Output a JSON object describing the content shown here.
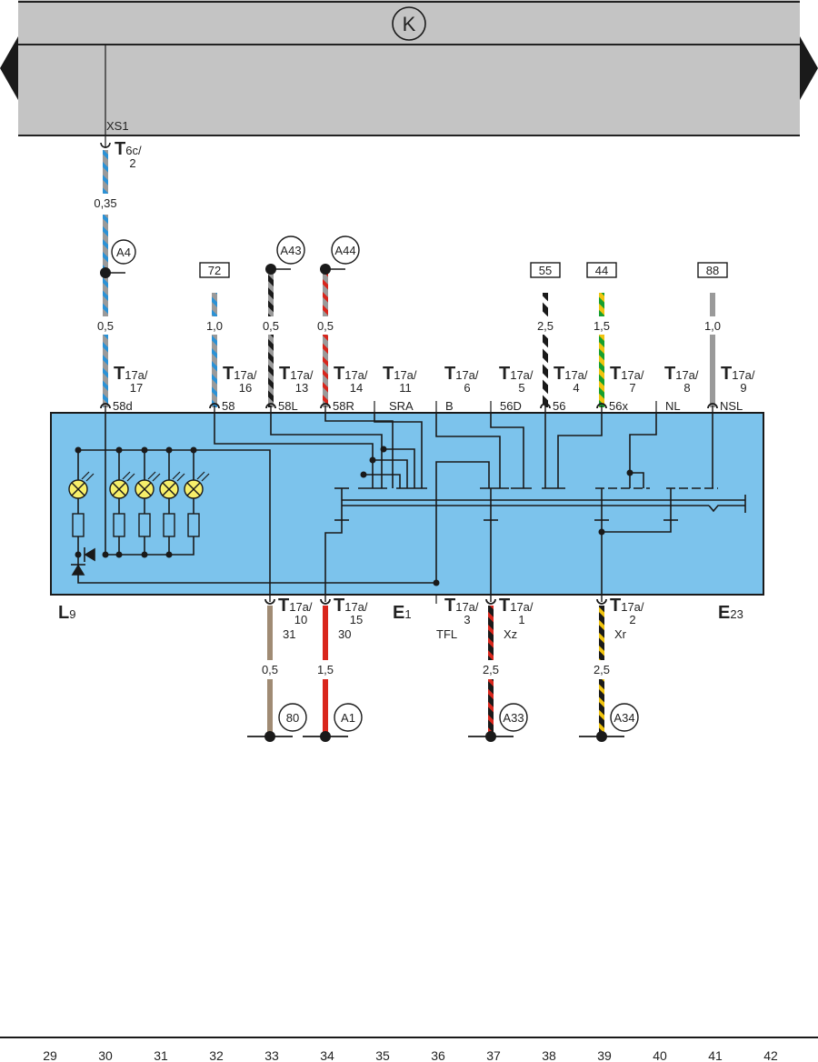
{
  "diagram": {
    "type": "wiring-diagram",
    "busbar": {
      "top_symbol": "K",
      "color": "#c4c4c4",
      "connector_label": "XS1"
    },
    "colors": {
      "module_fill": "#7cc3ec",
      "lamp_fill": "#f7ef6a",
      "grey": "#9a9a9a",
      "blue": "#2b92d6",
      "black": "#1a1a1a",
      "red": "#d9261c",
      "green": "#16a02f",
      "yellow": "#f1c40f",
      "brown": "#a08b74",
      "white": "#ffffff"
    },
    "top_wires": [
      {
        "id": "w17",
        "pin_prefix": "T",
        "pin_main": "17a/",
        "pin_num": "17",
        "terminal": "58d",
        "gauge": "0,5",
        "colors": [
          "grey",
          "blue"
        ],
        "source": {
          "type": "circle",
          "label": "A4"
        },
        "upper": {
          "pin_main": "6c/",
          "pin_num": "2",
          "gauge": "0,35"
        }
      },
      {
        "id": "w16",
        "pin_prefix": "T",
        "pin_main": "17a/",
        "pin_num": "16",
        "terminal": "58",
        "gauge": "1,0",
        "colors": [
          "grey",
          "blue"
        ],
        "source": {
          "type": "box",
          "label": "72"
        }
      },
      {
        "id": "w13",
        "pin_prefix": "T",
        "pin_main": "17a/",
        "pin_num": "13",
        "terminal": "58L",
        "gauge": "0,5",
        "colors": [
          "grey",
          "black"
        ],
        "source": {
          "type": "circle",
          "label": "A43"
        }
      },
      {
        "id": "w14",
        "pin_prefix": "T",
        "pin_main": "17a/",
        "pin_num": "14",
        "terminal": "58R",
        "gauge": "0,5",
        "colors": [
          "grey",
          "red"
        ],
        "source": {
          "type": "circle",
          "label": "A44"
        }
      },
      {
        "id": "w11",
        "pin_prefix": "T",
        "pin_main": "17a/",
        "pin_num": "11",
        "terminal": "SRA",
        "gauge": null,
        "colors": null,
        "source": null
      },
      {
        "id": "w6",
        "pin_prefix": "T",
        "pin_main": "17a/",
        "pin_num": "6",
        "terminal": "B",
        "gauge": null,
        "colors": null,
        "source": null
      },
      {
        "id": "w5",
        "pin_prefix": "T",
        "pin_main": "17a/",
        "pin_num": "5",
        "terminal": "56D",
        "gauge": null,
        "colors": null,
        "source": null
      },
      {
        "id": "w4",
        "pin_prefix": "T",
        "pin_main": "17a/",
        "pin_num": "4",
        "terminal": "56",
        "gauge": "2,5",
        "colors": [
          "white",
          "black"
        ],
        "source": {
          "type": "box",
          "label": "55"
        }
      },
      {
        "id": "w7",
        "pin_prefix": "T",
        "pin_main": "17a/",
        "pin_num": "7",
        "terminal": "56x",
        "gauge": "1,5",
        "colors": [
          "yellow",
          "green"
        ],
        "source": {
          "type": "box",
          "label": "44"
        }
      },
      {
        "id": "w8",
        "pin_prefix": "T",
        "pin_main": "17a/",
        "pin_num": "8",
        "terminal": "NL",
        "gauge": null,
        "colors": null,
        "source": null
      },
      {
        "id": "w9",
        "pin_prefix": "T",
        "pin_main": "17a/",
        "pin_num": "9",
        "terminal": "NSL",
        "gauge": "1,0",
        "colors": [
          "grey"
        ],
        "source": {
          "type": "box",
          "label": "88"
        }
      }
    ],
    "bottom_wires": [
      {
        "id": "b10",
        "pin_prefix": "T",
        "pin_main": "17a/",
        "pin_num": "10",
        "terminal": "31",
        "gauge": "0,5",
        "colors": [
          "brown"
        ],
        "dest": "80"
      },
      {
        "id": "b15",
        "pin_prefix": "T",
        "pin_main": "17a/",
        "pin_num": "15",
        "terminal": "30",
        "gauge": "1,5",
        "colors": [
          "red"
        ],
        "dest": "A1"
      },
      {
        "id": "b3",
        "pin_prefix": "T",
        "pin_main": "17a/",
        "pin_num": "3",
        "terminal": "TFL",
        "gauge": null,
        "colors": null,
        "dest": null
      },
      {
        "id": "b1",
        "pin_prefix": "T",
        "pin_main": "17a/",
        "pin_num": "1",
        "terminal": "Xz",
        "gauge": "2,5",
        "colors": [
          "black",
          "red"
        ],
        "dest": "A33"
      },
      {
        "id": "b2",
        "pin_prefix": "T",
        "pin_main": "17a/",
        "pin_num": "2",
        "terminal": "Xr",
        "gauge": "2,5",
        "colors": [
          "black",
          "yellow"
        ],
        "dest": "A34"
      }
    ],
    "components": [
      {
        "main": "L",
        "sub": "9"
      },
      {
        "main": "E",
        "sub": "1"
      },
      {
        "main": "E",
        "sub": "23"
      }
    ],
    "column_numbers": [
      "29",
      "30",
      "31",
      "32",
      "33",
      "34",
      "35",
      "36",
      "37",
      "38",
      "39",
      "40",
      "41",
      "42"
    ]
  }
}
